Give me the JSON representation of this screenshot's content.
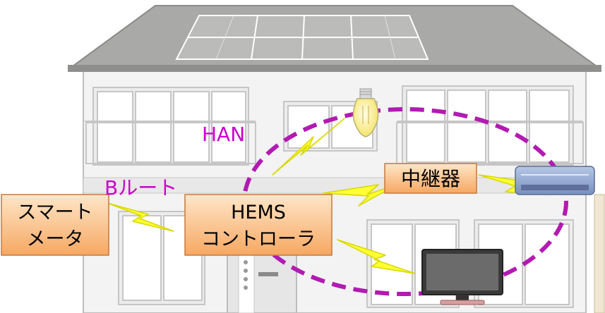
{
  "labels": {
    "han": "HAN",
    "b_route": "Bルート",
    "smart_meter_line1": "スマート",
    "smart_meter_line2": "メータ",
    "hems_line1": "HEMS",
    "hems_line2": "コントローラ",
    "repeater": "中継器"
  },
  "colors": {
    "magenta": "#cc00cc",
    "han_loop": "#b21ab2",
    "bolt_yellow": "#ffff33",
    "bolt_stroke": "#d8d800",
    "box_fill_top": "#ffe6c8",
    "box_fill_bottom": "#f6a862",
    "box_stroke": "#c8783a",
    "roof": "#a7a7a5",
    "wall": "#f2f2f2",
    "wall_stroke": "#bdbdbd"
  },
  "icons": [
    "light-bulb-icon",
    "air-conditioner-icon",
    "television-icon",
    "lightning-icon"
  ]
}
